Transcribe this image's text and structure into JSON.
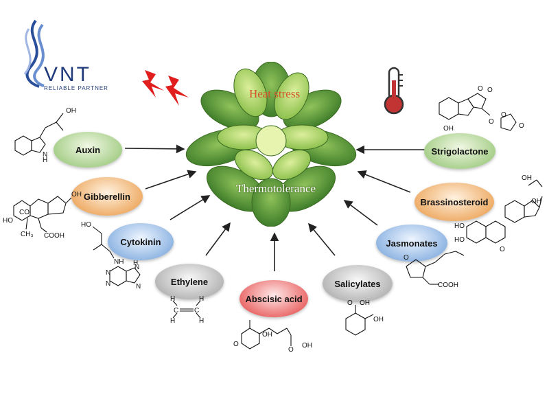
{
  "logo": {
    "brand": "VNT",
    "tagline": "RELIABLE PARTNER",
    "color": "#1f3a7a"
  },
  "plant": {
    "heat_label": "Heat stress",
    "thermo_label": "Thermotolerance"
  },
  "icons": {
    "lightning": "lightning-icon",
    "thermometer": "thermometer-icon"
  },
  "hormones": [
    {
      "label": "Auxin",
      "color": "green"
    },
    {
      "label": "Gibberellin",
      "color": "orange"
    },
    {
      "label": "Cytokinin",
      "color": "blue"
    },
    {
      "label": "Ethylene",
      "color": "gray"
    },
    {
      "label": "Abscisic acid",
      "color": "red"
    },
    {
      "label": "Salicylates",
      "color": "gray"
    },
    {
      "label": "Jasmonates",
      "color": "blue"
    },
    {
      "label": "Brassinosteroid",
      "color": "orange"
    },
    {
      "label": "Strigolactone",
      "color": "green"
    }
  ],
  "chem_labels": {
    "auxin_oh": "OH",
    "auxin_nh": "H",
    "auxin_n": "N",
    "gib_ho": "HO",
    "gib_co": "CO",
    "gib_ch3": "CH₃",
    "gib_cooh": "COOH",
    "gib_oh": "OH",
    "cyt_ho": "HO",
    "cyt_nh": "NH",
    "cyt_h": "H",
    "cyt_n1": "N",
    "cyt_n2": "N",
    "cyt_n3": "N",
    "cyt_n4": "N",
    "eth_h1": "H",
    "eth_h2": "H",
    "eth_c1": "C",
    "eth_c2": "C",
    "eth_h3": "H",
    "eth_h4": "H",
    "aba_oh": "OH",
    "aba_o": "O",
    "aba_o2": "O",
    "aba_oh2": "OH",
    "sal_oh": "OH",
    "sal_o": "O",
    "sal_oh2": "OH",
    "jas_o": "O",
    "jas_cooh": "COOH",
    "br_oh1": "OH",
    "br_oh2": "OH",
    "br_ho1": "HO",
    "br_ho2": "HO",
    "br_o": "O",
    "str_o1": "O",
    "str_o2": "O",
    "str_o3": "O",
    "str_o4": "O",
    "str_o5": "O",
    "str_oh": "OH"
  }
}
